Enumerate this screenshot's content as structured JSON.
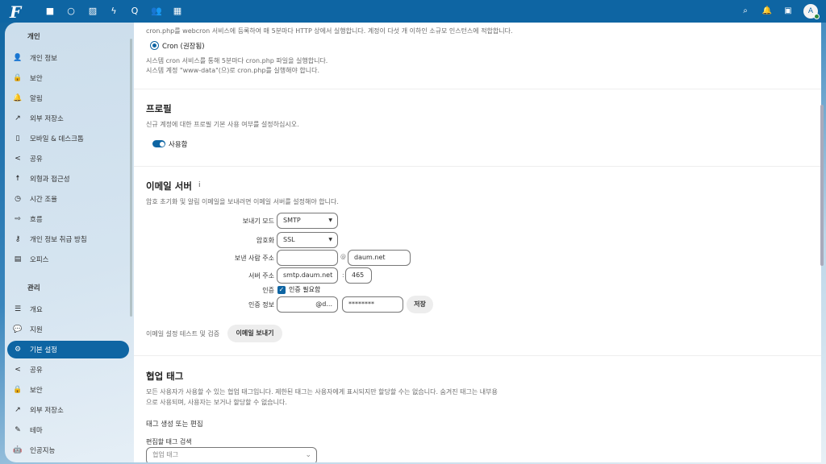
{
  "header": {
    "logo": "F",
    "apps": [
      "files-icon",
      "activity-icon",
      "photos-icon",
      "flow-icon",
      "talk-icon",
      "contacts-icon",
      "calendar-icon"
    ],
    "avatar_letter": "A"
  },
  "sidebar": {
    "personal_heading": "개인",
    "personal": [
      {
        "label": "개인 정보",
        "icon": "👤"
      },
      {
        "label": "보안",
        "icon": "🔒"
      },
      {
        "label": "알림",
        "icon": "🔔"
      },
      {
        "label": "외부 저장소",
        "icon": "↗"
      },
      {
        "label": "모바일 & 데스크톱",
        "icon": "▯"
      },
      {
        "label": "공유",
        "icon": "<"
      },
      {
        "label": "외형과 접근성",
        "icon": "☨"
      },
      {
        "label": "시간 조율",
        "icon": "◷"
      },
      {
        "label": "흐름",
        "icon": "⇨"
      },
      {
        "label": "개인 정보 취급 방침",
        "icon": "⚷"
      },
      {
        "label": "오피스",
        "icon": "▤"
      }
    ],
    "admin_heading": "관리",
    "admin": [
      {
        "label": "개요",
        "icon": "☰"
      },
      {
        "label": "지원",
        "icon": "💬"
      },
      {
        "label": "기본 설정",
        "icon": "⚙"
      },
      {
        "label": "공유",
        "icon": "<"
      },
      {
        "label": "보안",
        "icon": "🔒"
      },
      {
        "label": "외부 저장소",
        "icon": "↗"
      },
      {
        "label": "테마",
        "icon": "✎"
      },
      {
        "label": "인공지능",
        "icon": "🤖"
      }
    ]
  },
  "cron": {
    "webcron_desc": "cron.php를 webcron 서비스에 등록하여 매 5분마다 HTTP 상에서 실행합니다. 계정이 다섯 개 이하인 소규모 인스턴스에 적합합니다.",
    "cron_label": "Cron (권장됨)",
    "cron_desc1": "시스템 cron 서비스를 통해 5분마다 cron.php 파일을 실행합니다.",
    "cron_desc2": "시스템 계정 \"www-data\"(으)로 cron.php를 실행해야 합니다."
  },
  "profile": {
    "title": "프로필",
    "desc": "신규 계정에 대한 프로필 기본 사용 여부를 설정하십시오.",
    "toggle_label": "사용함",
    "enabled": true
  },
  "email": {
    "title": "이메일 서버",
    "info": "i",
    "desc": "암호 초기화 및 알림 이메일을 보내려면 이메일 서버를 설정해야 합니다.",
    "send_mode_label": "보내기 모드",
    "send_mode": "SMTP",
    "encryption_label": "암호화",
    "encryption": "SSL",
    "from_label": "보낸 사람 주소",
    "from_user": "",
    "at": "@",
    "from_domain": "daum.net",
    "server_label": "서버 주소",
    "server": "smtp.daum.net",
    "colon": ":",
    "port": "465",
    "auth_label": "인증",
    "auth_required_label": "인증 필요함",
    "auth_required": true,
    "credentials_label": "인증 정보",
    "username": "@d...",
    "password": "********",
    "save": "저장",
    "test_label": "이메일 설정 테스트 및 검증",
    "send_button": "이메일 보내기"
  },
  "tags": {
    "title": "협업 태그",
    "desc1": "모든 사용자가 사용할 수 있는 협업 태그입니다. 제한된 태그는 사용자에게 표시되지만 할당할 수는 없습니다. 숨겨진 태그는 내부용",
    "desc2": "으로 사용되며, 사용자는 보거나 할당할 수 없습니다.",
    "subtitle": "태그 생성 또는 편집",
    "search_label": "편집할 태그 검색",
    "search_placeholder": "협업 태그"
  }
}
